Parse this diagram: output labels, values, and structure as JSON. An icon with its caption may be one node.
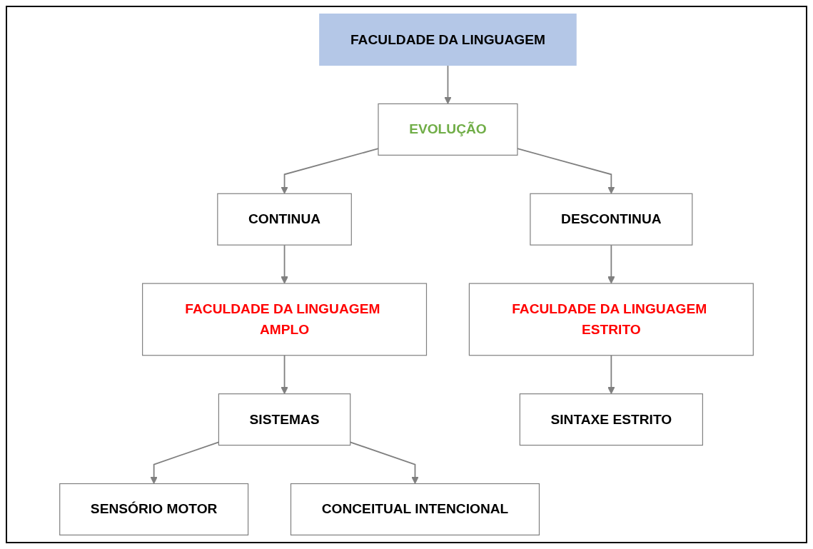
{
  "diagram": {
    "nodes": [
      {
        "text": [
          "FACULDADE DA LINGUAGEM"
        ]
      },
      {
        "text": [
          "EVOLUÇÃO"
        ]
      },
      {
        "text": [
          "DESCONTINUA"
        ]
      },
      {
        "text": [
          "CONTINUA"
        ]
      },
      {
        "text": [
          "FACULDADE DA LINGUAGEM ESTRITO"
        ]
      },
      {
        "text": [
          "FACULDADE DA LINGUAGEM AMPLO"
        ]
      },
      {
        "text": [
          "SISTEMAS"
        ]
      },
      {
        "text": [
          "SINTAXE ESTRITO"
        ]
      },
      {
        "text": [
          "SENSÓRIO MOTOR"
        ]
      },
      {
        "text": [
          "CONCEITUAL INTENCIONAL"
        ]
      }
    ],
    "edges": [
      {
        "from": 0,
        "to": 1,
        "arrow": "to"
      },
      {
        "from": 1,
        "to": 2,
        "arrow": "to"
      },
      {
        "from": 1,
        "to": 3,
        "arrow": "to"
      },
      {
        "from": 2,
        "to": 4,
        "arrow": "to"
      },
      {
        "from": 3,
        "to": 5,
        "arrow": "to"
      },
      {
        "from": 4,
        "to": 7,
        "arrow": "to"
      },
      {
        "from": 5,
        "to": 6,
        "arrow": "to"
      },
      {
        "from": 6,
        "to": 8,
        "arrow": "to"
      },
      {
        "from": 6,
        "to": 9,
        "arrow": "to"
      }
    ]
  }
}
